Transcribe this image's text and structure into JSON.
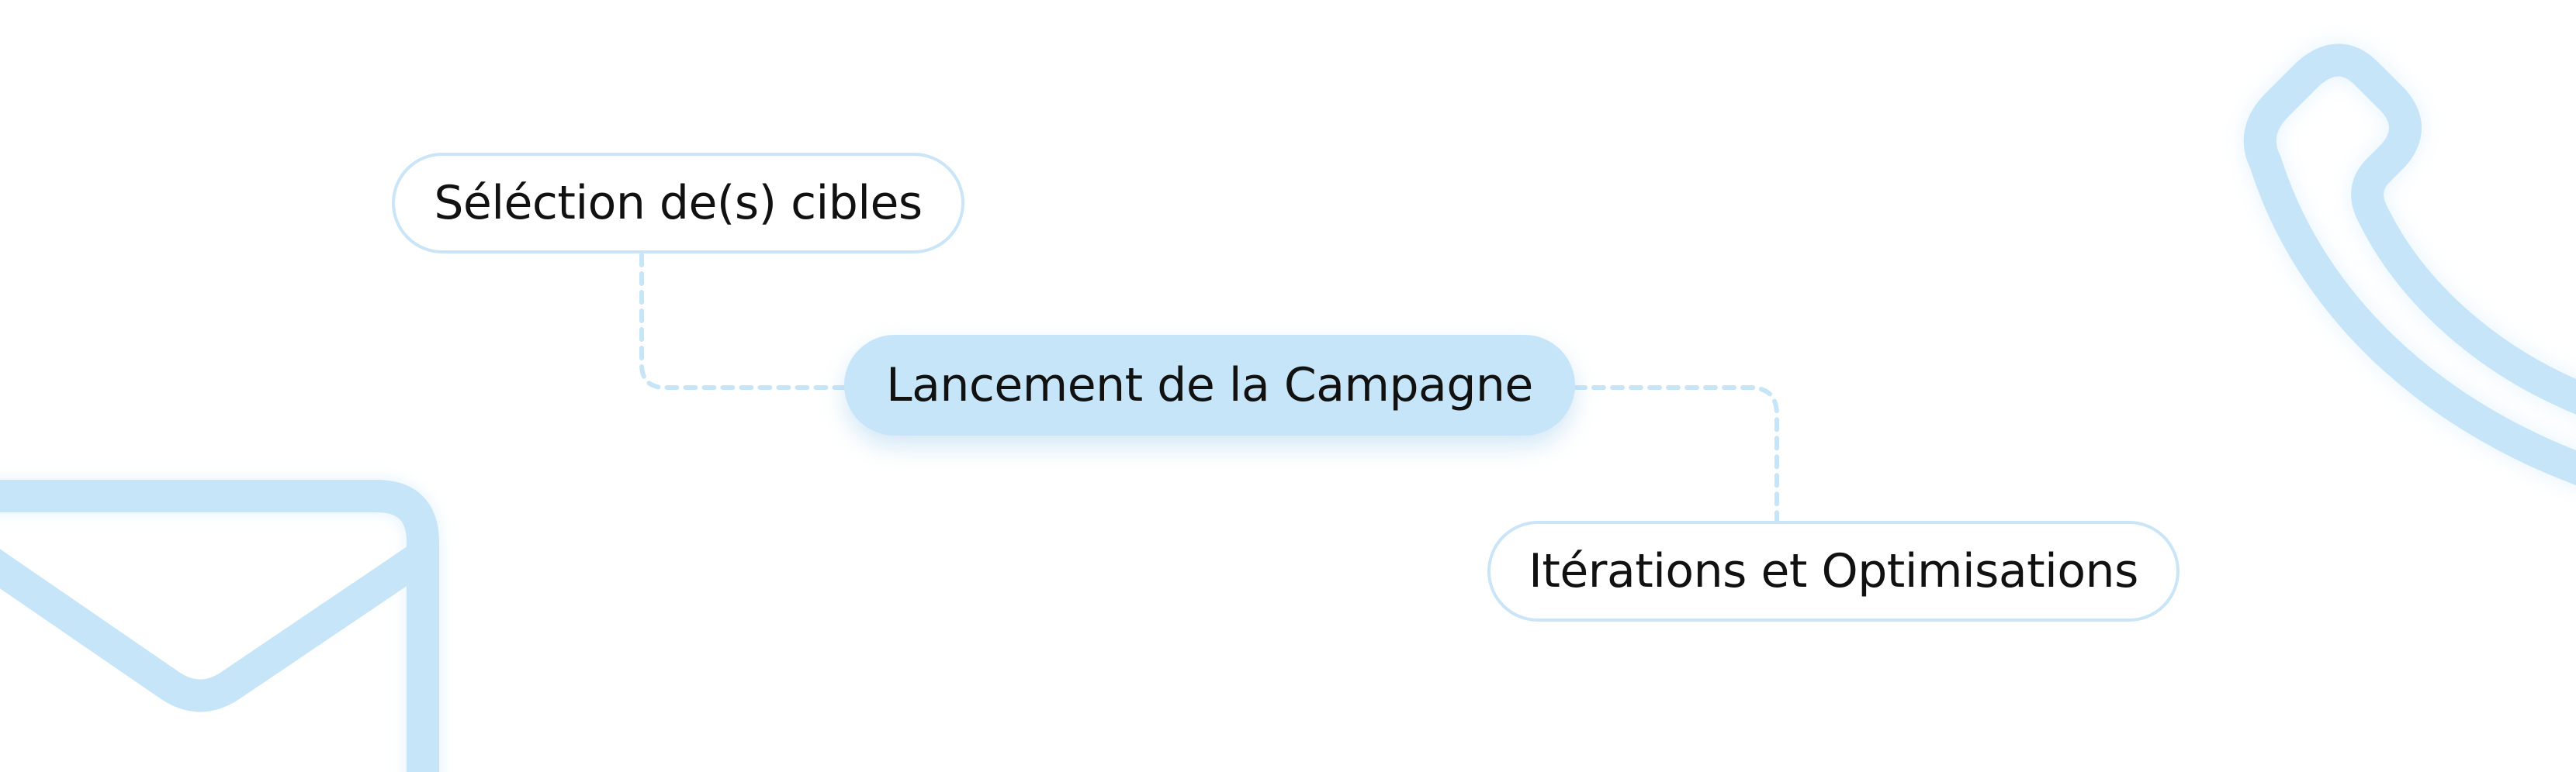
{
  "diagram": {
    "nodes": [
      {
        "id": "selection",
        "label": "Séléction de(s) cibles"
      },
      {
        "id": "lancement",
        "label": "Lancement de la Campagne"
      },
      {
        "id": "iterations",
        "label": "Itérations et Optimisations"
      }
    ],
    "edges": [
      {
        "from": "selection",
        "to": "lancement"
      },
      {
        "from": "lancement",
        "to": "iterations"
      }
    ]
  },
  "decorations": {
    "envelope_icon": "envelope-icon",
    "phone_icon": "phone-icon",
    "color": "#c7e5f8"
  },
  "colors": {
    "node_fill": "#c7e5f8",
    "node_border": "#c9e5f7",
    "connector": "#c7e5f8"
  }
}
